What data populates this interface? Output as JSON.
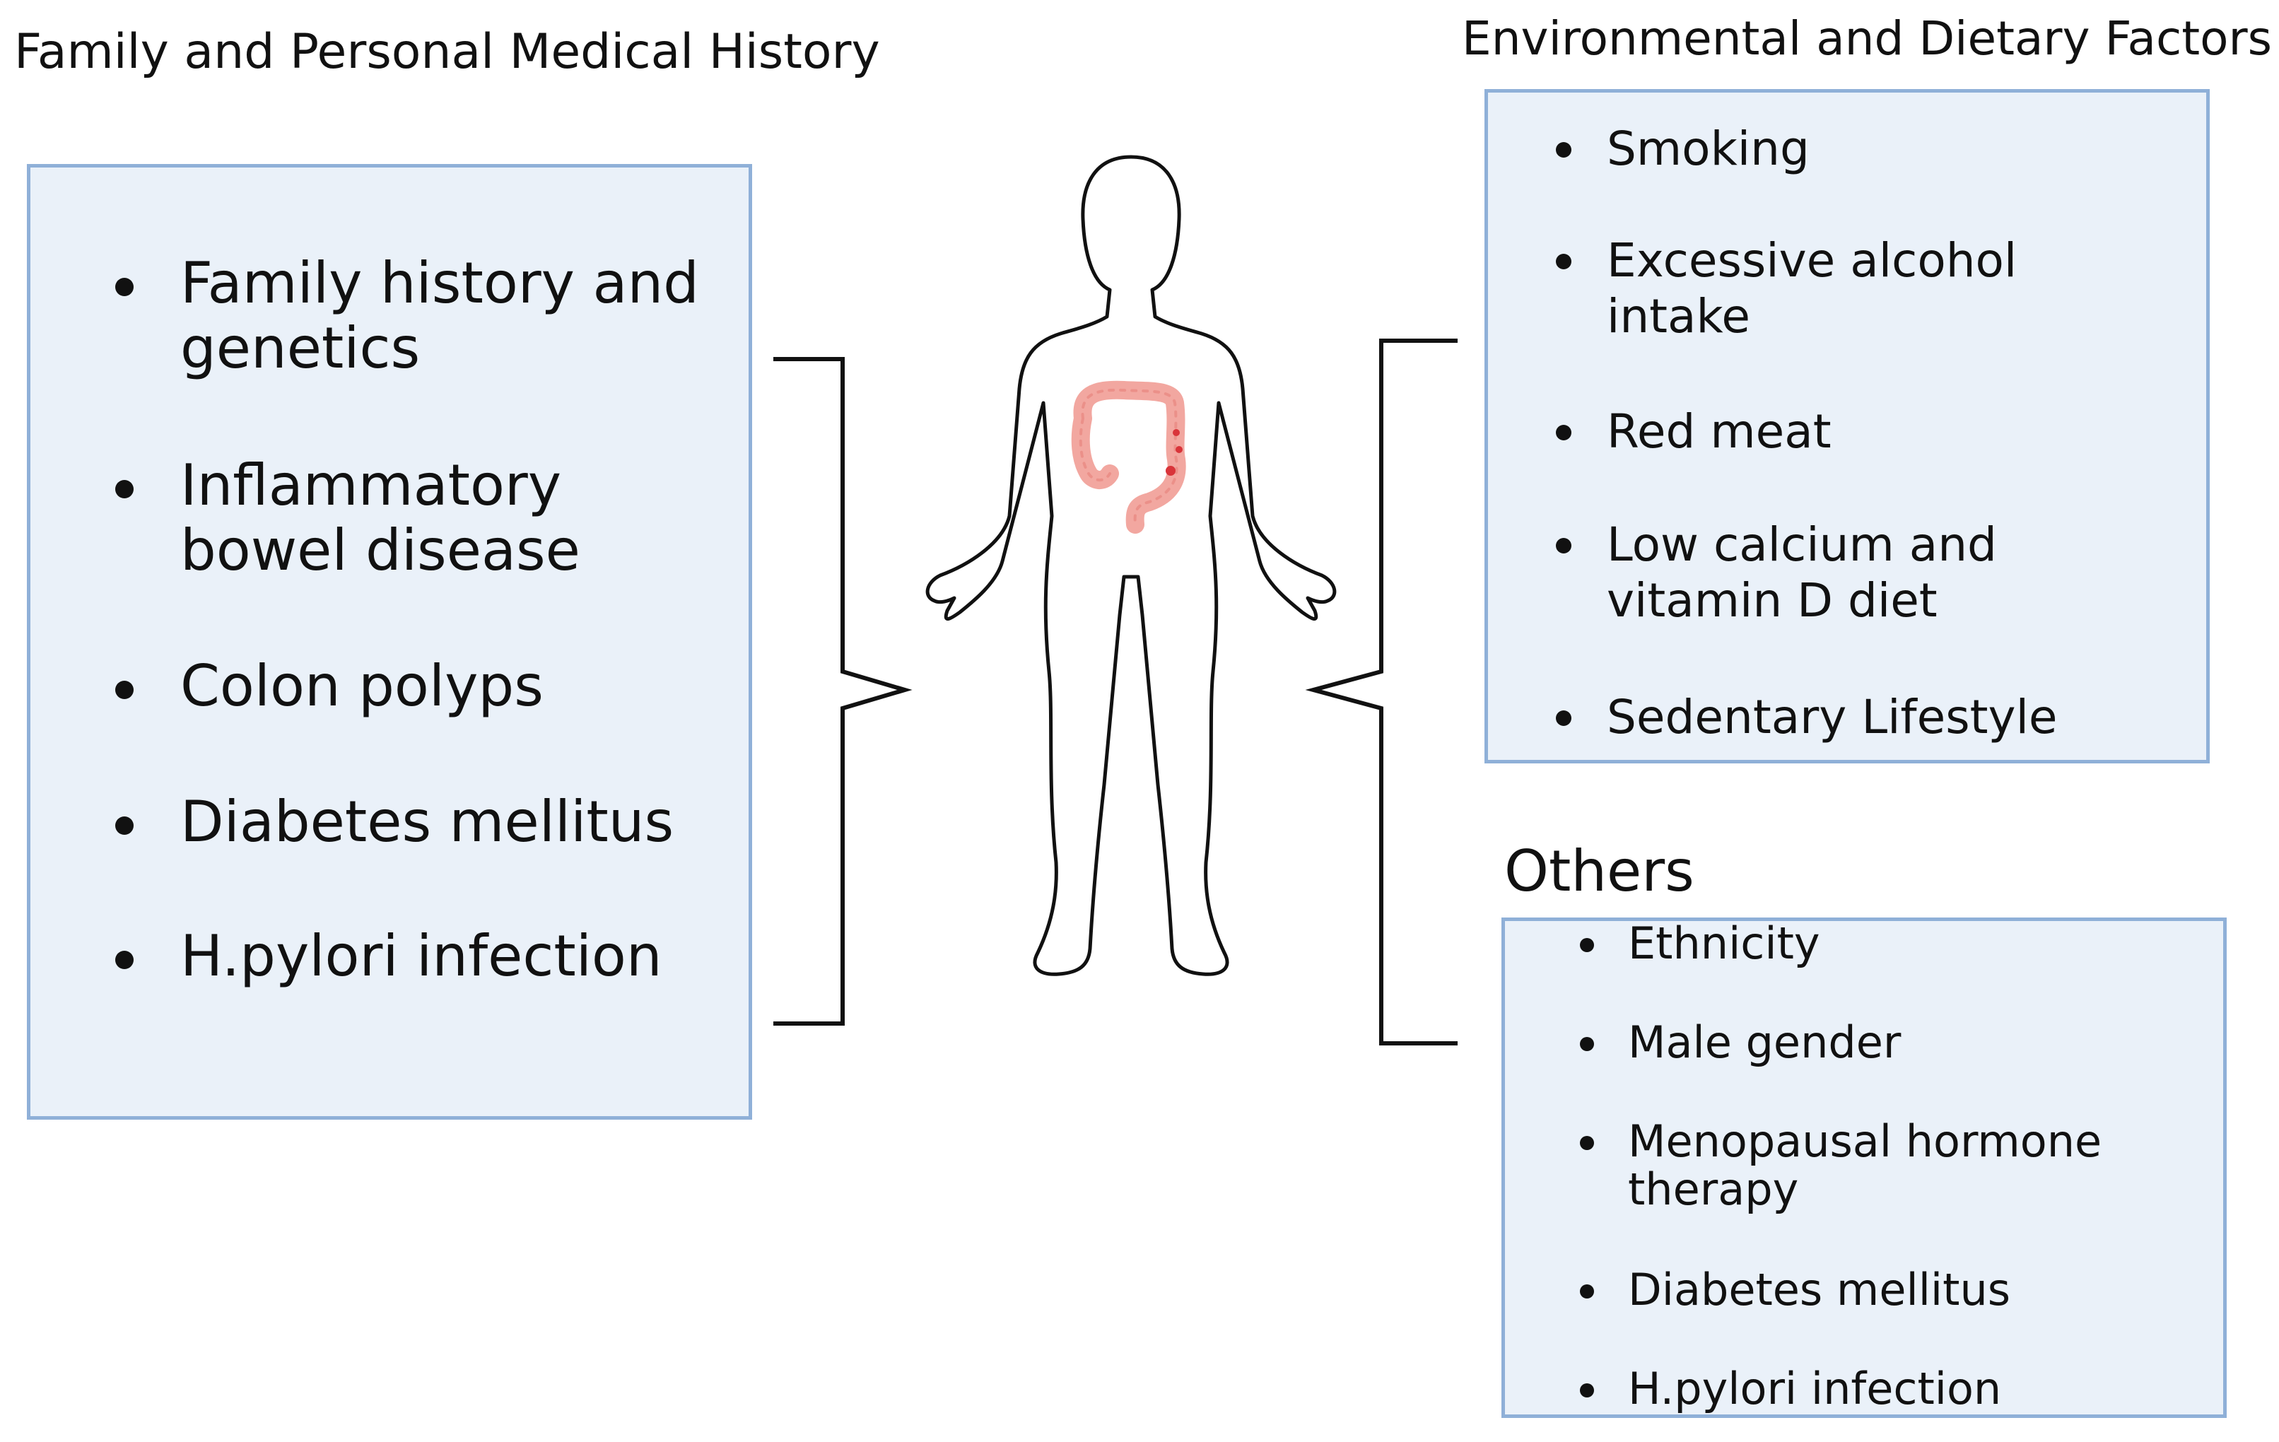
{
  "left": {
    "heading": "Family and Personal Medical History",
    "items": [
      "Family history and genetics",
      "Inflammatory bowel disease",
      "Colon polyps",
      "Diabetes mellitus",
      "H.pylori infection"
    ]
  },
  "right": {
    "heading": "Environmental and Dietary Factors",
    "items": [
      "Smoking",
      "Excessive alcohol intake",
      "Red meat",
      "Low calcium and vitamin D diet",
      "Sedentary Lifestyle"
    ]
  },
  "others": {
    "heading": "Others",
    "items": [
      "Ethnicity",
      "Male gender",
      "Menopausal hormone therapy",
      "Diabetes mellitus",
      "H.pylori infection"
    ]
  },
  "colors": {
    "panel_fill": "#eaf1f9",
    "panel_border": "#8fb0d8",
    "colon": "#f2a7a0",
    "polyp": "#d9343a",
    "outline": "#111111"
  },
  "icons": {
    "figure": "human-body-icon",
    "organ": "colon-icon"
  }
}
